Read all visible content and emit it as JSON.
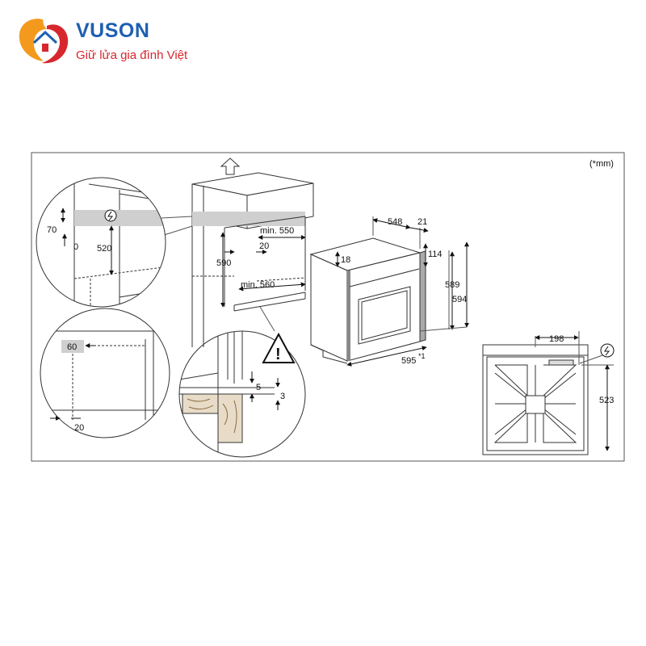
{
  "brand": {
    "name": "VUSON",
    "slogan": "Giữ lửa gia đình Việt",
    "colors": {
      "blue": "#1f5fb0",
      "red": "#d8262e",
      "orange": "#f39a1e"
    }
  },
  "diagram": {
    "unit_note": "(*mm)",
    "cabinet": {
      "min_height": "min. 550",
      "height": "590",
      "gap": "20",
      "min_depth": "min. 560"
    },
    "detail_top": {
      "vent_height": "70",
      "offset": "0",
      "height": "520"
    },
    "detail_side": {
      "width": "60",
      "bottom": "20"
    },
    "detail_edge": {
      "gap_a": "5",
      "gap_b": "3"
    },
    "oven": {
      "depth": "548",
      "door_depth": "21",
      "top_panel": "114",
      "top_gap": "18",
      "height_inner": "589",
      "height": "594",
      "width": "595",
      "width_suffix": "*1"
    },
    "front_view": {
      "socket_offset": "198",
      "socket_height": "523"
    }
  }
}
